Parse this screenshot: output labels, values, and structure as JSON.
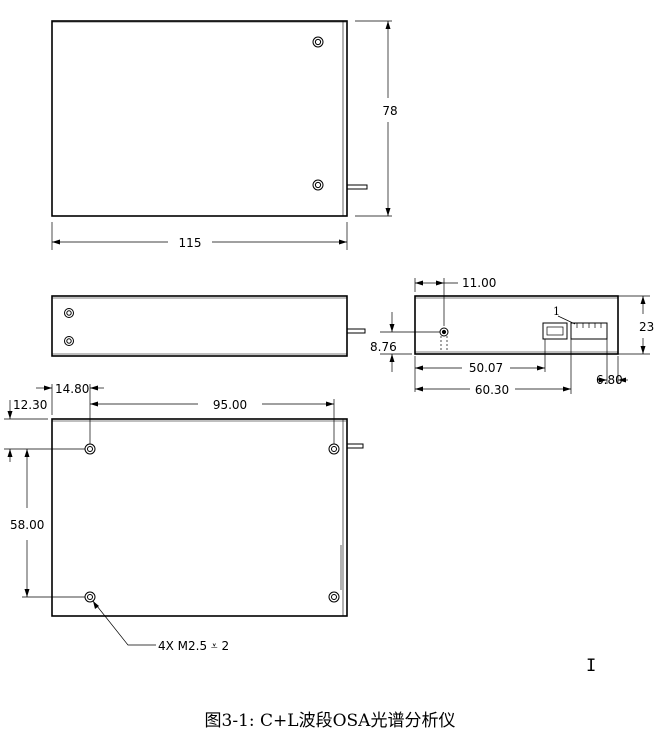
{
  "dimensions": {
    "top_height": "78",
    "top_width": "115",
    "right_top_offset": "11.00",
    "right_height": "23",
    "right_left_offset": "8.76",
    "right_dim_50": "50.07",
    "right_dim_60": "60.30",
    "right_dim_680": "6.80",
    "connector_pin": "1",
    "bottom_1480": "14.80",
    "bottom_1230": "12.30",
    "bottom_9500": "95.00",
    "bottom_5800": "58.00",
    "hole_callout": "4X  M2.5 ⩡ 2"
  },
  "caption": "图3-1: C+L波段OSA光谱分析仪",
  "cursor": "I"
}
